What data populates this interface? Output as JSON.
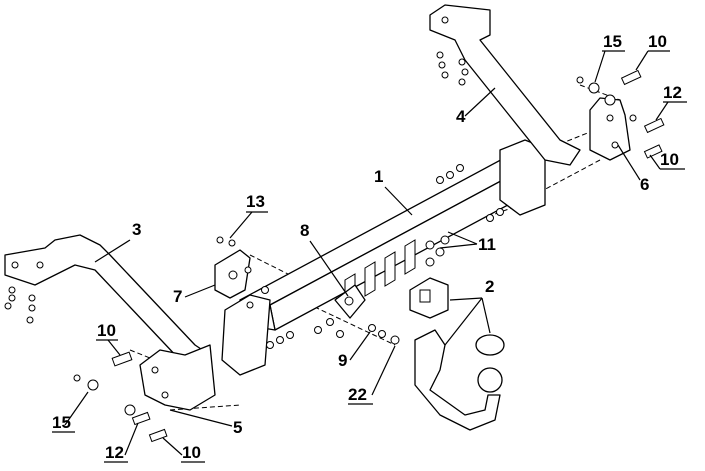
{
  "diagram": {
    "callouts": {
      "c1": "1",
      "c2": "2",
      "c3": "3",
      "c4": "4",
      "c5": "5",
      "c6": "6",
      "c7": "7",
      "c8": "8",
      "c9": "9",
      "c10a": "10",
      "c10b": "10",
      "c10c": "10",
      "c10d": "10",
      "c11": "11",
      "c12a": "12",
      "c12b": "12",
      "c13": "13",
      "c15a": "15",
      "c15b": "15",
      "c22": "22"
    }
  }
}
